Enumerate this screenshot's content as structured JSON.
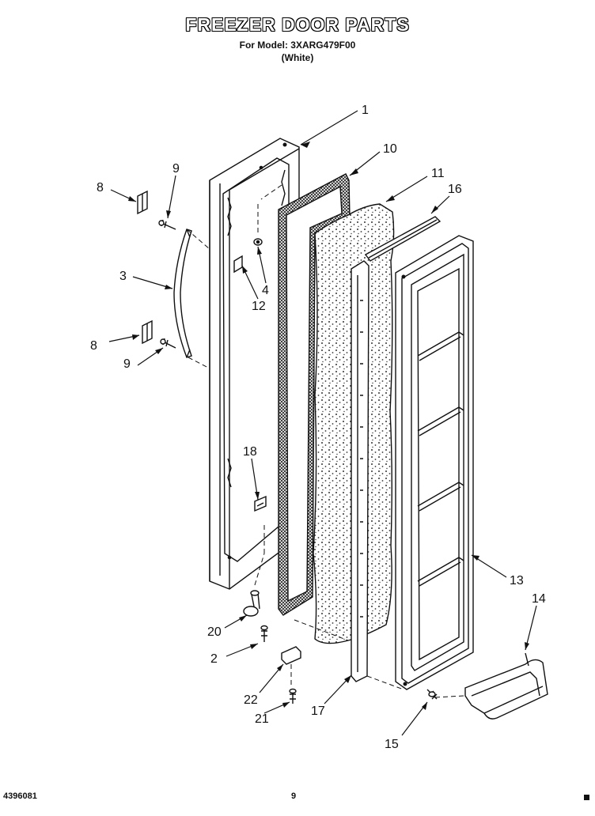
{
  "title": "FREEZER DOOR PARTS",
  "subtitle_model": "For Model: 3XARG479F00",
  "subtitle_color": "(White)",
  "footer_left": "4396081",
  "footer_page": "9",
  "callouts": {
    "c1": "1",
    "c2": "2",
    "c3": "3",
    "c4": "4",
    "c8a": "8",
    "c8b": "8",
    "c9a": "9",
    "c9b": "9",
    "c10": "10",
    "c11": "11",
    "c12": "12",
    "c13": "13",
    "c14": "14",
    "c15": "15",
    "c16": "16",
    "c17": "17",
    "c18": "18",
    "c20": "20",
    "c21": "21",
    "c22": "22"
  }
}
